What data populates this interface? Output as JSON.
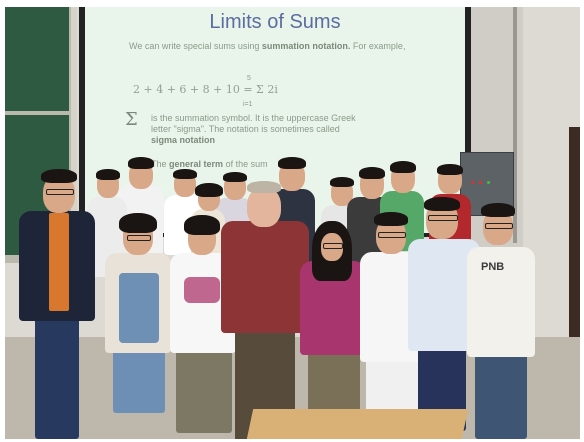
{
  "slide": {
    "title": "Limits of Sums",
    "intro": "We can write special sums using",
    "intro_bold": "summation notation.",
    "intro_end": "For example,",
    "formula": "2 + 4 + 6 + 8 + 10 =  Σ 2i",
    "formula_upper": "5",
    "formula_lower": "i=1",
    "sigma_line1": "is the summation symbol. It is the uppercase Greek",
    "sigma_line2": "letter \"sigma\". The notation is sometimes called",
    "sigma_bold": "sigma notation",
    "term_prefix": "The",
    "term_bold": "general term",
    "term_suffix": "of the sum"
  },
  "shirt_text": "PNB",
  "colors": {
    "board": "#2f5a42",
    "screen": "#e9f5ea",
    "slide_title": "#5b6da0",
    "wall": "#dcdad3",
    "floor": "#bdb8ab",
    "table": "#d9b075"
  }
}
